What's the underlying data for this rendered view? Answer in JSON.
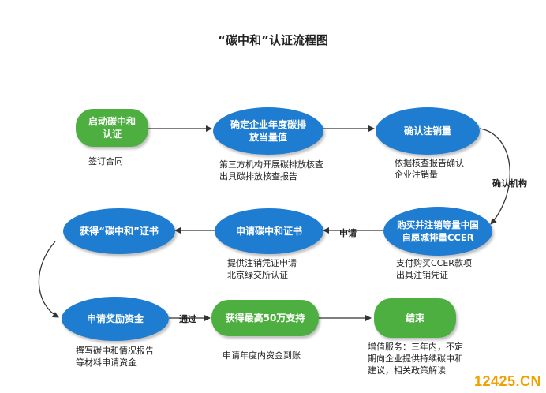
{
  "title": "“碳中和”认证流程图",
  "nodes": {
    "start": "启动碳中和\n认证",
    "confirm_emission": "确定企业年度碳排\n放当量值",
    "confirm_cancel": "确认注销量",
    "buy_ccer": "购买并注销等量中国\n自愿减排量CCER",
    "apply_cert": "申请碳中和证书",
    "obtain_cert": "获得“碳中和”证书",
    "apply_fund": "申请奖励资金",
    "obtain_support": "获得最高50万支持",
    "end": "结束"
  },
  "notes": {
    "sign_contract": "签订合同",
    "third_party": "第三方机构开展碳排放核查\n出具碳排放核查报告",
    "based_on_report": "依据核查报告确认\n企业注销量",
    "pay_ccer": "支付购买CCER款项\n出具注销凭证",
    "provide_voucher": "提供注销凭证申请\n北京绿交所认证",
    "write_report": "撰写碳中和情况报告\n等材料申请资金",
    "receive_fund": "申请年度内资金到账",
    "value_added": "增值服务：三年内，不定\n期向企业提供持续碳中和\n建议，相关政策解读"
  },
  "edge_labels": {
    "confirm_agency": "确认机构",
    "apply": "申请",
    "pass": "通过"
  },
  "watermark": "12425.CN",
  "colors": {
    "green": "#4caf3f",
    "blue": "#1e7dd0",
    "arrow": "#333333"
  }
}
